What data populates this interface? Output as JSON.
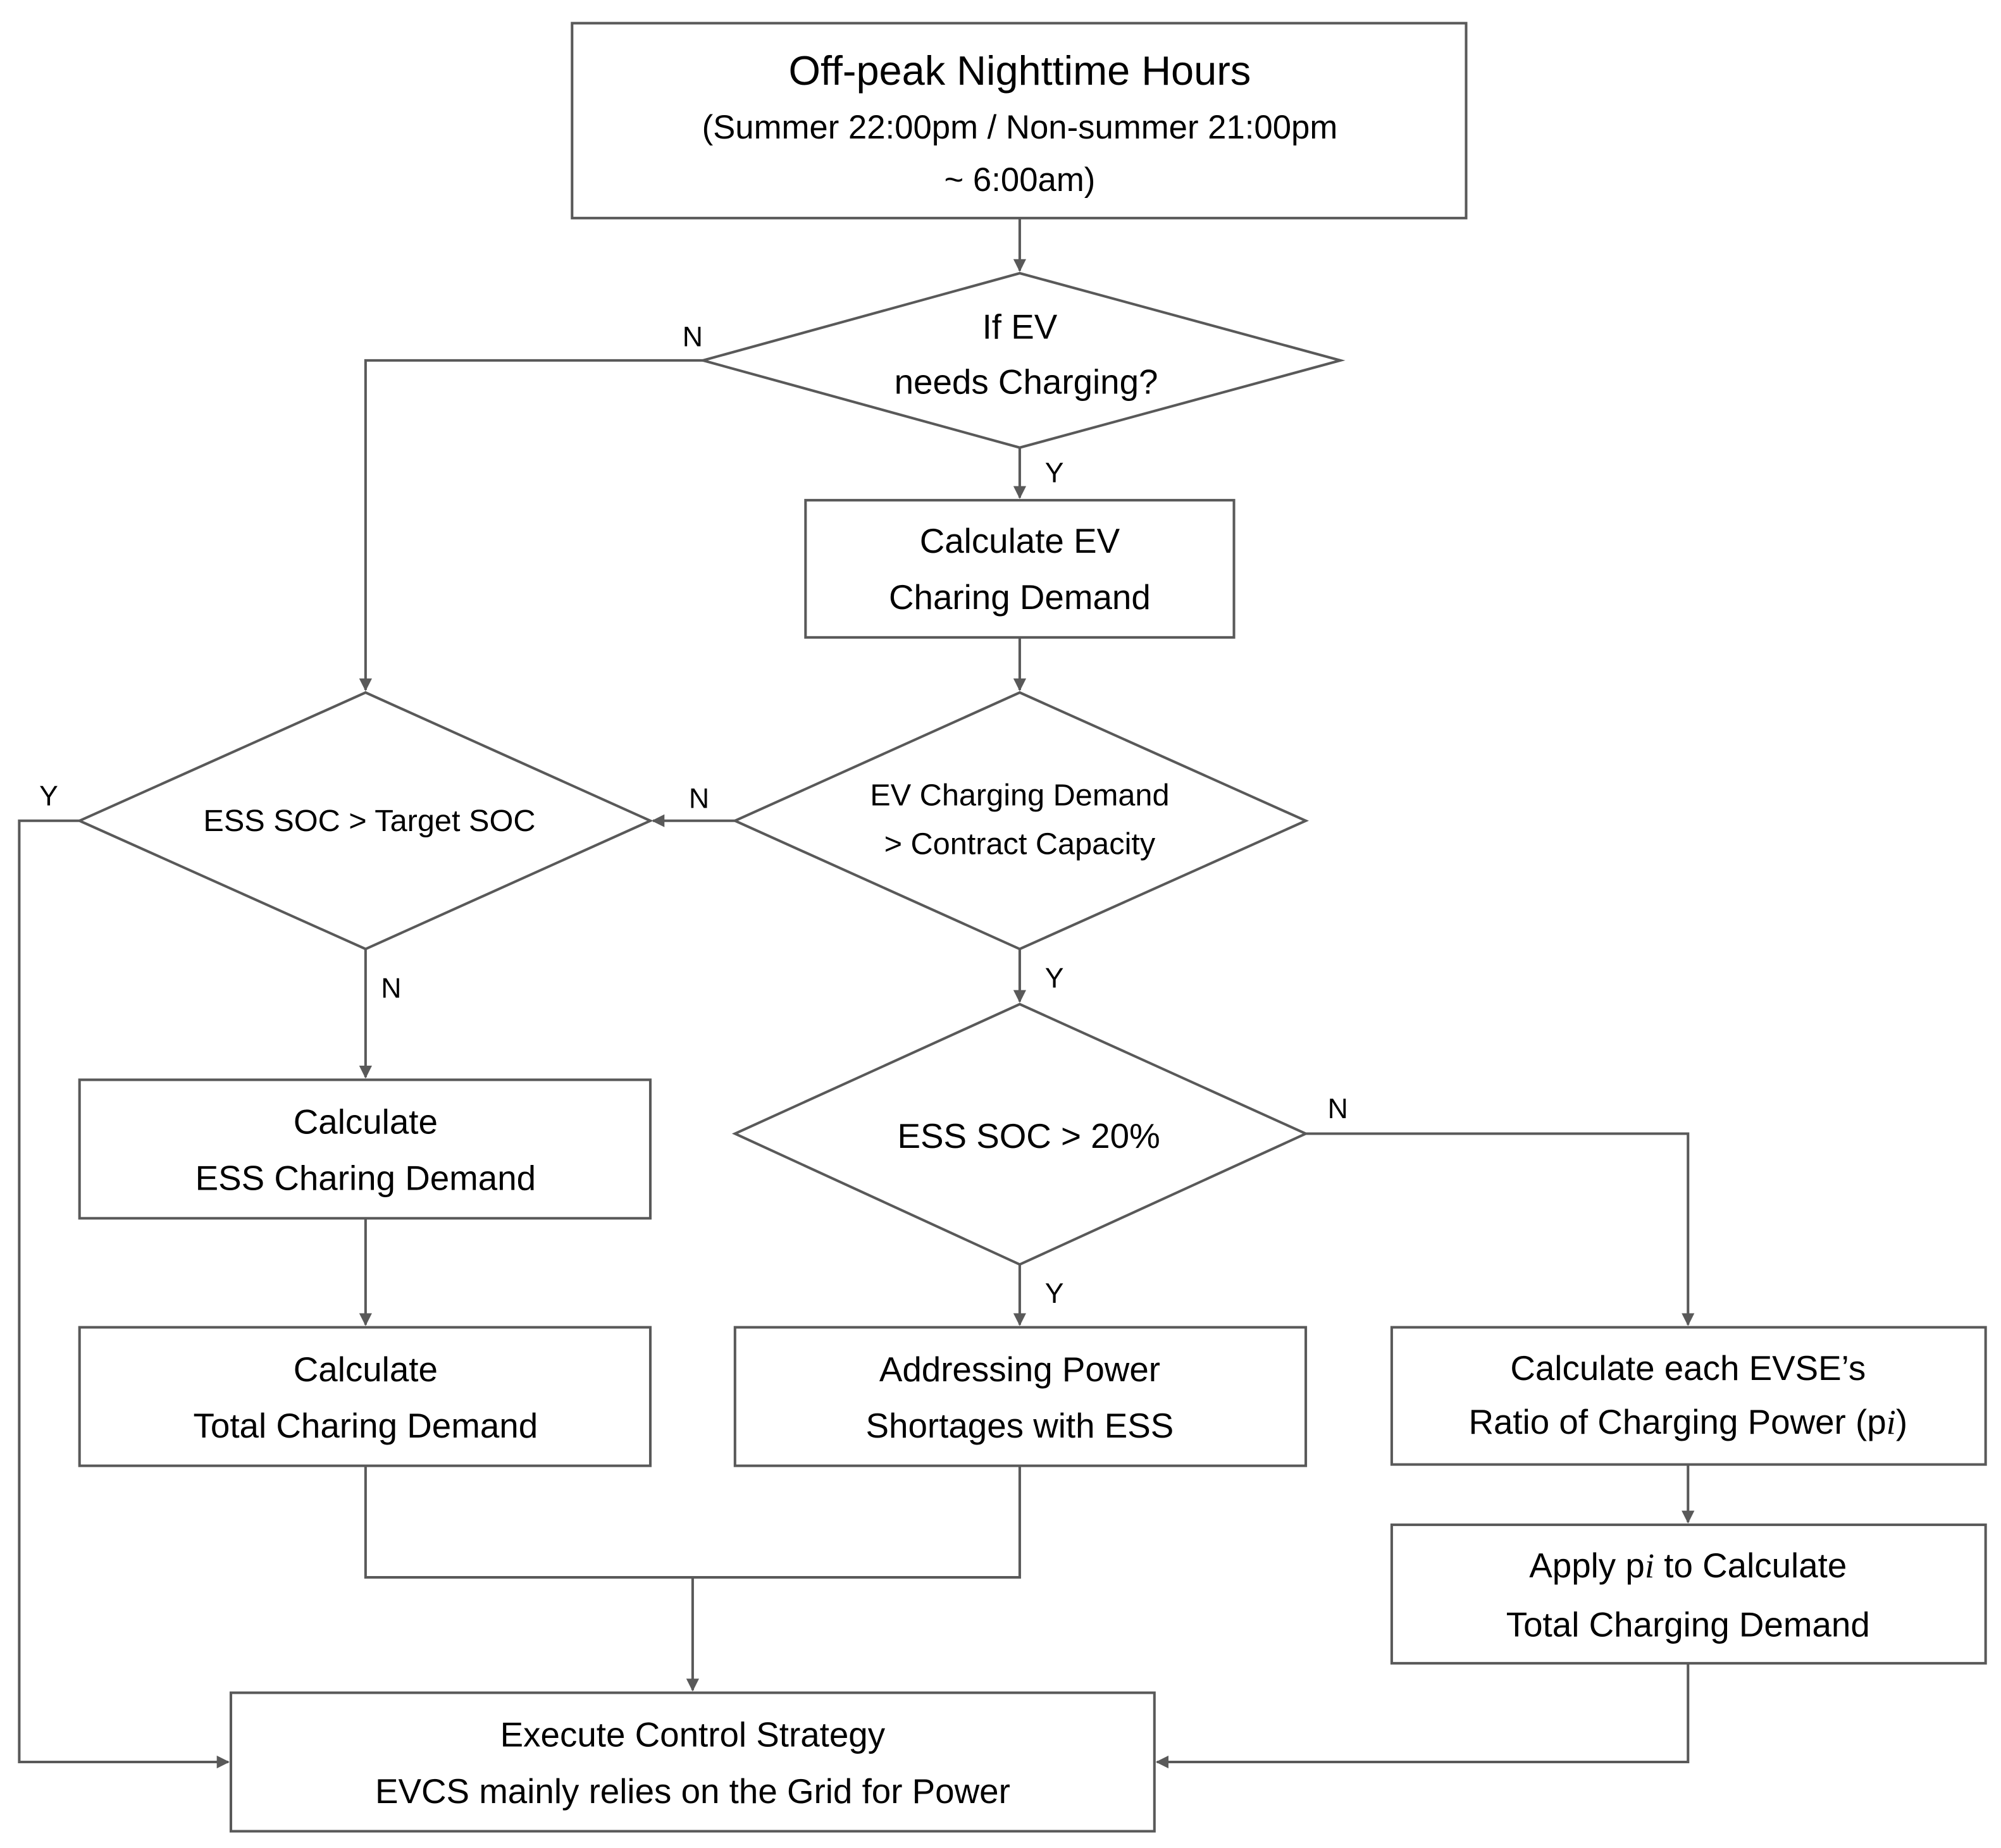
{
  "start": {
    "title": "Off-peak Nighttime Hours",
    "line2": "(Summer 22:00pm / Non-summer 21:00pm",
    "line3": "~  6:00am)"
  },
  "decision_ev_needs": {
    "line1": "If  EV",
    "line2": "needs Charging?",
    "yes": "Y",
    "no": "N"
  },
  "calc_ev_demand": {
    "line1": "Calculate EV",
    "line2": "Charing Demand"
  },
  "decision_demand_capacity": {
    "line1": "EV Charging Demand",
    "line2": "> Contract Capacity",
    "yes": "Y",
    "no": "N"
  },
  "decision_ess_target": {
    "text": "ESS SOC > Target SOC",
    "yes": "Y",
    "no": "N"
  },
  "decision_ess_20": {
    "text": "ESS SOC > 20%",
    "yes": "Y",
    "no": "N"
  },
  "calc_ess_demand": {
    "line1": "Calculate",
    "line2": "ESS Charing Demand"
  },
  "calc_total_demand": {
    "line1": "Calculate",
    "line2": "Total Charing Demand"
  },
  "address_shortage": {
    "line1": "Addressing Power",
    "line2": "Shortages with ESS"
  },
  "calc_evse_ratio": {
    "line1": "Calculate each EVSE’s",
    "line2_a": "Ratio of Charging Power (p",
    "sub": "i",
    "line2_b": ")"
  },
  "apply_pi": {
    "line1_a": "Apply p",
    "sub": "i",
    "line1_b": " to Calculate",
    "line2": "Total Charging Demand"
  },
  "execute": {
    "line1": "Execute Control Strategy",
    "line2": "EVCS mainly relies on the Grid for Power"
  },
  "colors": {
    "line": "#595959",
    "fill": "#ffffff",
    "text": "#000000"
  }
}
